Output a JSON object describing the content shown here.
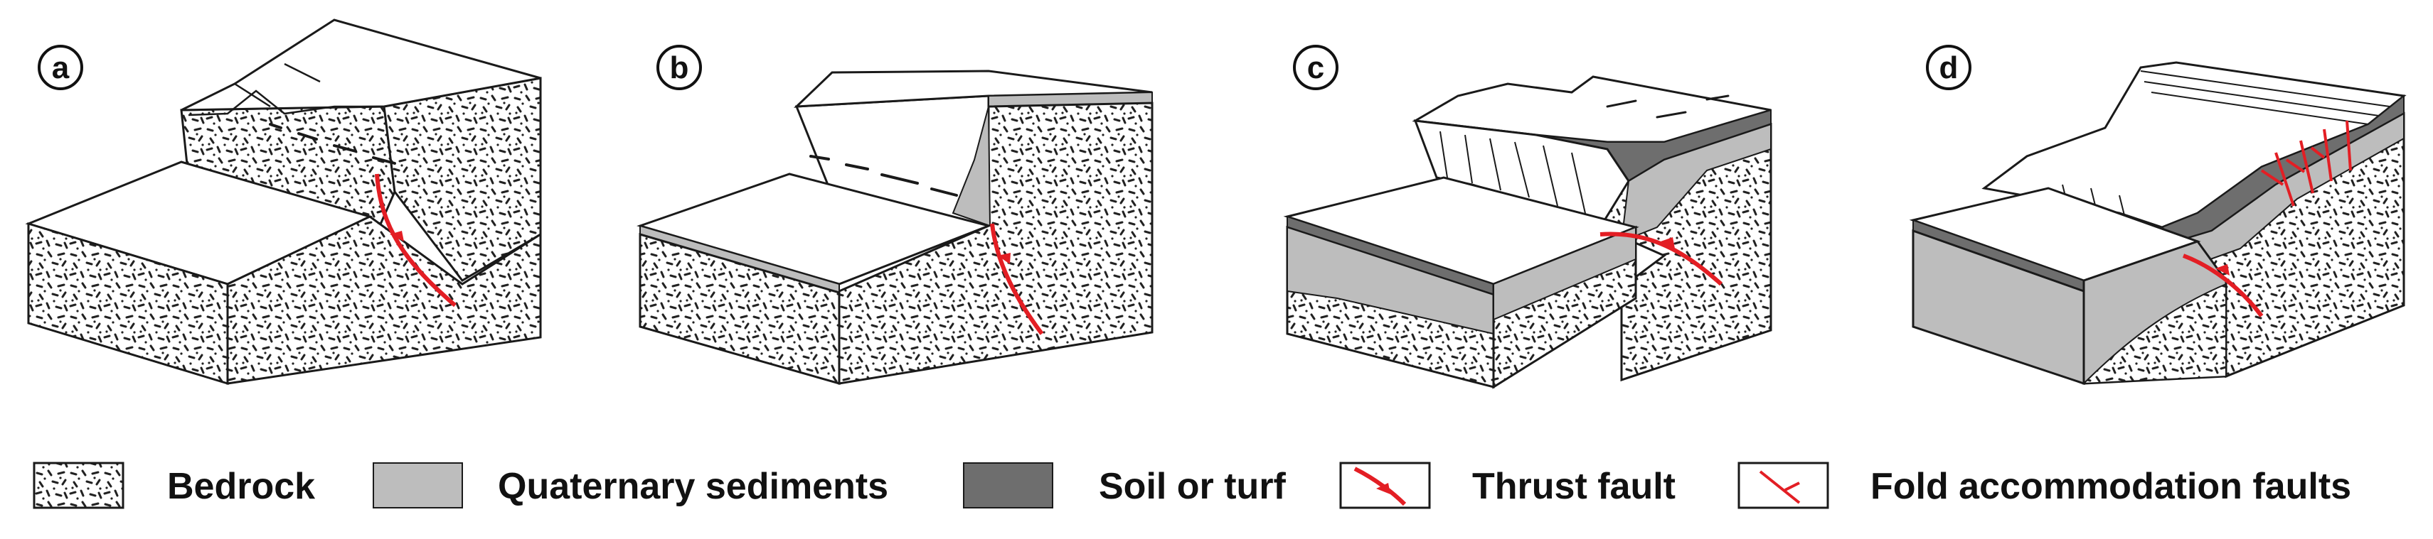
{
  "panels": [
    {
      "label": "a"
    },
    {
      "label": "b"
    },
    {
      "label": "c"
    },
    {
      "label": "d"
    }
  ],
  "legend": {
    "items": [
      {
        "label": "Bedrock",
        "swatch": "bedrock"
      },
      {
        "label": "Quaternary sediments",
        "swatch": "quaternary"
      },
      {
        "label": "Soil or turf",
        "swatch": "soil"
      },
      {
        "label": "Thrust fault",
        "swatch": "thrust-fault"
      },
      {
        "label": "Fold accommodation faults",
        "swatch": "fold-faults"
      }
    ]
  },
  "colors": {
    "outline": "#1a1a1a",
    "bedrock_fill": "#ffffff",
    "bedrock_speckle": "#222222",
    "quaternary": "#bdbdbd",
    "soil": "#6e6e6e",
    "fault": "#e31e24"
  }
}
